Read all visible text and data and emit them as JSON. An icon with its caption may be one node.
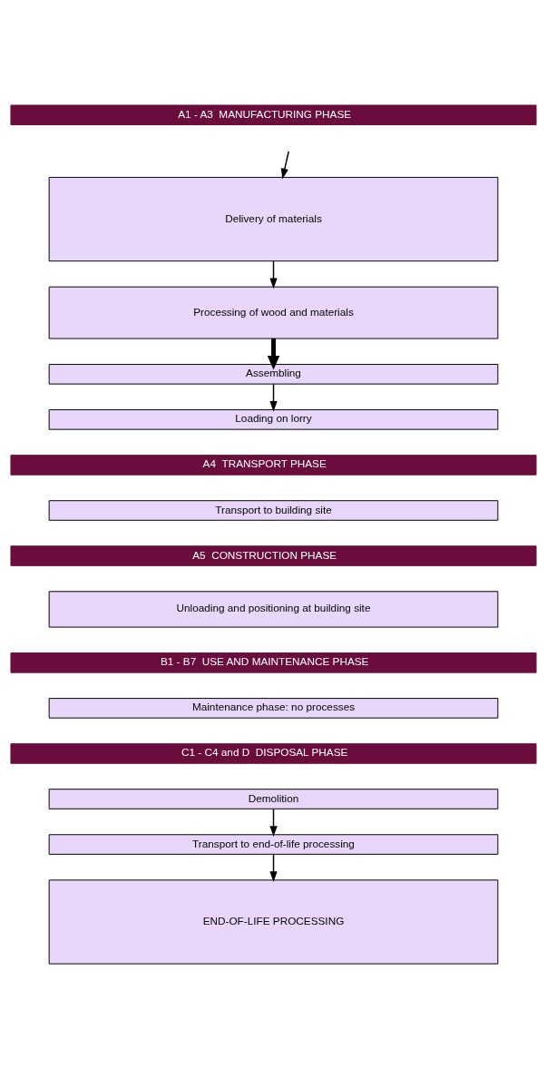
{
  "diagram": {
    "nodes": [
      {
        "text": [
          "A1 - A3  MANUFACTURING PHASE"
        ]
      },
      {
        "text": [
          "Delivery of materials"
        ]
      },
      {
        "text": [
          "Processing of wood and materials"
        ]
      },
      {
        "text": [
          "Assembling"
        ]
      },
      {
        "text": [
          "Loading on lorry"
        ]
      },
      {
        "text": [
          "A4  TRANSPORT PHASE"
        ]
      },
      {
        "text": [
          "Transport to building site"
        ]
      },
      {
        "text": [
          "A5  CONSTRUCTION PHASE"
        ]
      },
      {
        "text": [
          "Unloading and positioning at building site"
        ]
      },
      {
        "text": [
          "B1 - B7  USE AND MAINTENANCE PHASE"
        ]
      },
      {
        "text": [
          "Maintenance phase: no processes"
        ]
      },
      {
        "text": [
          "C1 - C4 and D  DISPOSAL PHASE"
        ]
      },
      {
        "text": [
          "Demolition"
        ]
      },
      {
        "text": [
          "Transport to end-of-life processing"
        ]
      },
      {
        "text": [
          "END-OF-LIFE PROCESSING"
        ]
      }
    ],
    "edges": [
      {
        "from": null,
        "to": 1,
        "arrow": "to"
      },
      {
        "from": 1,
        "to": 2,
        "arrow": "to"
      },
      {
        "from": 2,
        "to": 3,
        "arrow": "to",
        "style": "thick"
      },
      {
        "from": 3,
        "to": 4,
        "arrow": "to"
      },
      {
        "from": 12,
        "to": 13,
        "arrow": "to"
      },
      {
        "from": 13,
        "to": 14,
        "arrow": "to"
      }
    ]
  }
}
